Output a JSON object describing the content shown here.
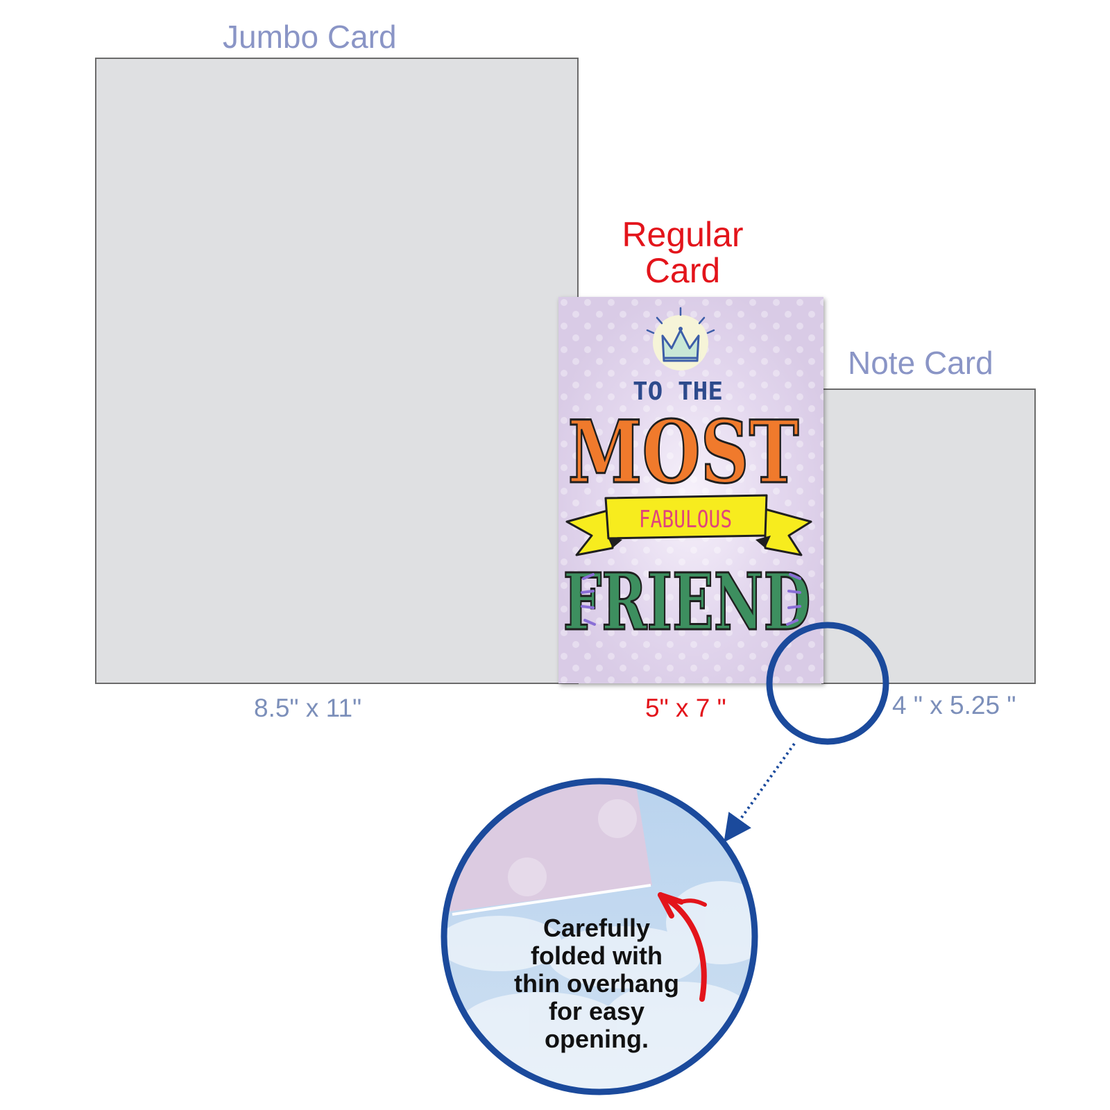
{
  "cards": {
    "jumbo": {
      "title": "Jumbo Card",
      "dimensions": "8.5\"   x 11\""
    },
    "regular": {
      "title_line1": "Regular",
      "title_line2": "Card",
      "dimensions": "5\" x 7 \""
    },
    "note": {
      "title": "Note Card",
      "dimensions": "4 \" x 5.25 \""
    }
  },
  "greeting": {
    "line1": "TO THE",
    "line2": "MOST",
    "line3": "FABULOUS",
    "line4": "FRIEND"
  },
  "callout": {
    "lines": [
      "Carefully",
      "folded with",
      "thin overhang",
      "for easy",
      "opening."
    ]
  },
  "colors": {
    "label_blue": "#8a95c6",
    "label_red": "#e3141b",
    "card_gray": "#dfe0e2",
    "card_purple": "#ddd0e8",
    "ring_blue": "#1b4a9c",
    "text_orange": "#f07a2c",
    "text_green": "#3d8f5f",
    "banner_yellow": "#f7ec1e",
    "text_navy": "#2d4a8c"
  }
}
